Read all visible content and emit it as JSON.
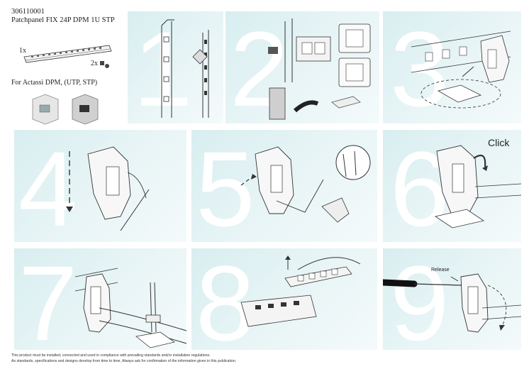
{
  "product": {
    "code": "306110001",
    "name": "Patchpanel FIX 24P DPM 1U STP",
    "qty_panel": "1x",
    "qty_screws": "2x",
    "compat": "For Actassi DPM, (UTP, STP)"
  },
  "steps": [
    "1",
    "2",
    "3",
    "4",
    "5",
    "6",
    "7",
    "8",
    "9"
  ],
  "labels": {
    "click": "Click",
    "release": "Release"
  },
  "footer": {
    "line1": "This product must be installed, connected and used in compliance with prevailing standards and/or installation regulations.",
    "line2": "As standards, specifications and designs develop from time to time, Always ask for confirmation of the information given in this publication."
  }
}
